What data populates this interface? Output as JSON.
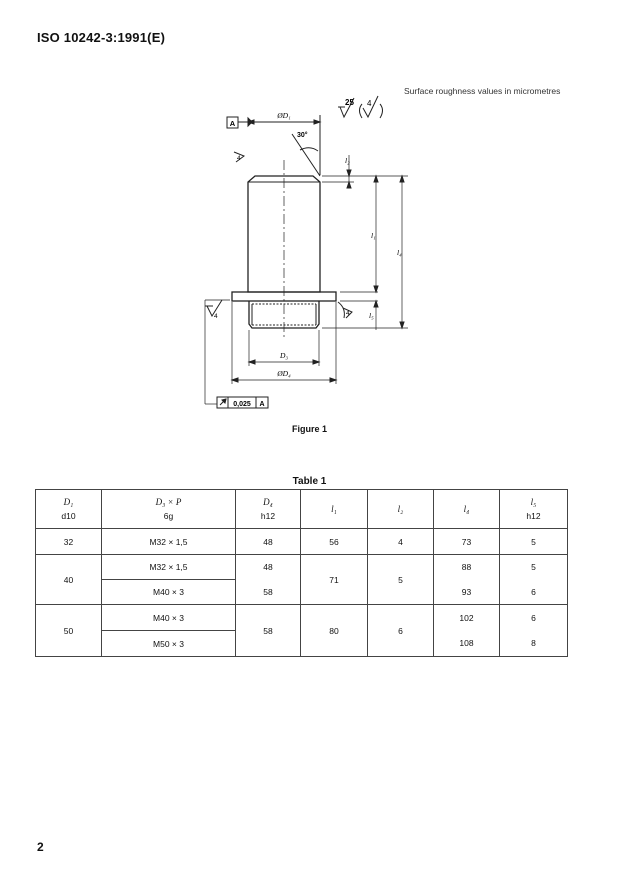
{
  "header": {
    "title": "ISO 10242-3:1991(E)"
  },
  "figure": {
    "roughness_note": "Surface roughness values in micrometres",
    "roughness_symbol_main": "25",
    "roughness_symbol_alt": "4",
    "datum_label": "A",
    "dims": {
      "phi_d1": "ØD₁",
      "angle_30": "30°",
      "l2": "l₂",
      "l1": "l₁",
      "l4": "l₄",
      "l5": "l₅",
      "d3": "D₃",
      "phi_d4": "ØD₄",
      "roughness_left": "4",
      "roughness_lower": "4",
      "roughness_shoulder": "4"
    },
    "tolerance_frame": {
      "value": "0,025",
      "datum": "A"
    },
    "caption": "Figure 1"
  },
  "table": {
    "title": "Table 1",
    "headers": [
      {
        "sym": "D₁",
        "sub": "d10"
      },
      {
        "sym": "D₃ × P",
        "sub": "6g"
      },
      {
        "sym": "D₄",
        "sub": "h12"
      },
      {
        "sym": "l₁",
        "sub": ""
      },
      {
        "sym": "l₂",
        "sub": ""
      },
      {
        "sym": "l₄",
        "sub": ""
      },
      {
        "sym": "l₅",
        "sub": "h12"
      }
    ],
    "rows": {
      "r1": {
        "d1": "32",
        "d3p": "M32 × 1,5",
        "d4": "48",
        "l1": "56",
        "l2": "4",
        "l4": "73",
        "l5": "5"
      },
      "r2": {
        "d1": "40",
        "d3p_a": "M32 × 1,5",
        "d3p_b": "M40 × 3",
        "d4_a": "48",
        "d4_b": "58",
        "l1": "71",
        "l2": "5",
        "l4_a": "88",
        "l4_b": "93",
        "l5_a": "5",
        "l5_b": "6"
      },
      "r3": {
        "d1": "50",
        "d3p_a": "M40 × 3",
        "d3p_b": "M50 × 3",
        "d4": "58",
        "l1": "80",
        "l2": "6",
        "l4_a": "102",
        "l4_b": "108",
        "l5_a": "6",
        "l5_b": "8"
      }
    }
  },
  "footer": {
    "page_number": "2"
  }
}
